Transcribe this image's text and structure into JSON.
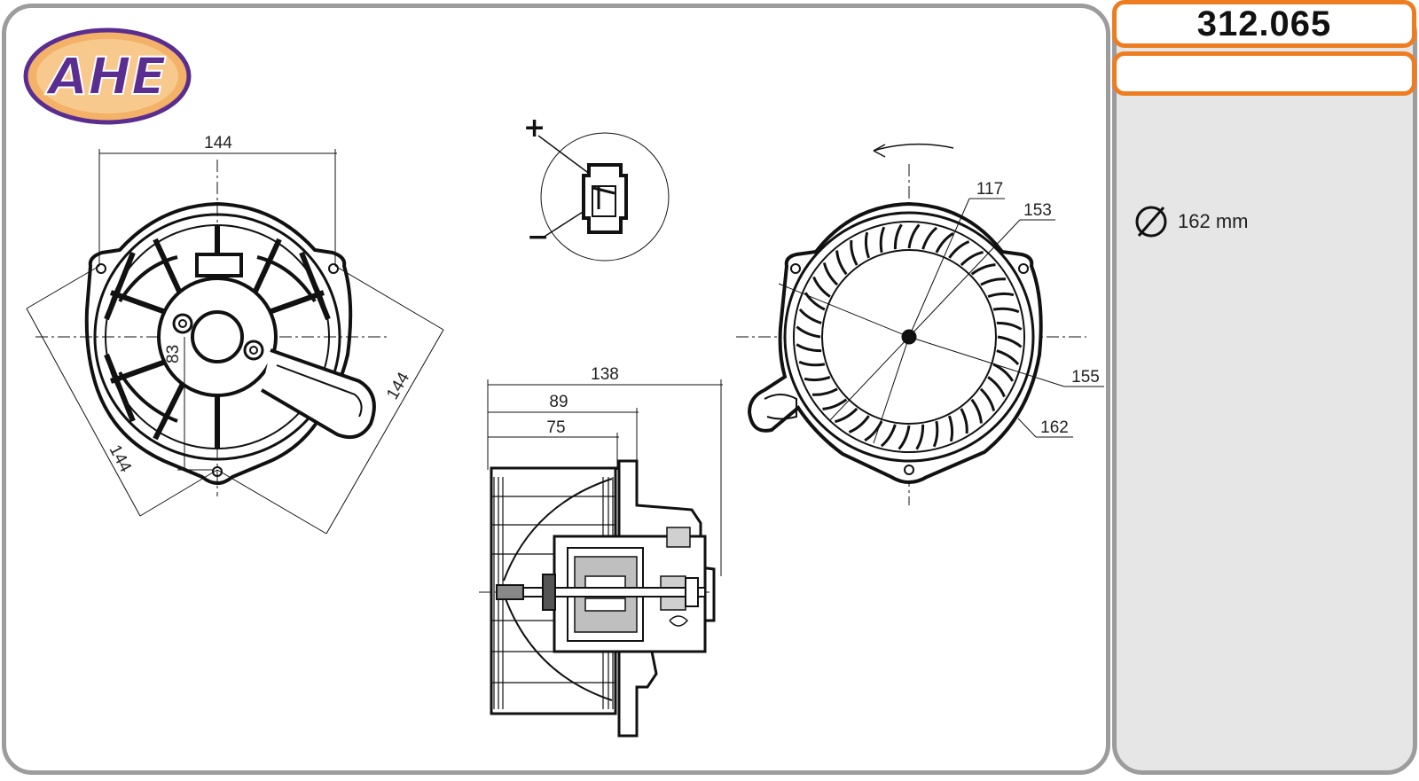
{
  "logo": {
    "text": "AHE",
    "fill": "#5a2d91",
    "ring": "#f0a64a"
  },
  "part_number": "312.065",
  "spec": {
    "icon": "diameter-icon",
    "value": "162 mm"
  },
  "connector": {
    "plus": "+",
    "minus": "−"
  },
  "front_view": {
    "width": "144",
    "side_a": "144",
    "side_b": "144",
    "hub": "83"
  },
  "side_view": {
    "overall": "138",
    "mid": "89",
    "wheel": "75"
  },
  "rear_view": {
    "d1": "117",
    "d2": "153",
    "d3": "155",
    "d4": "162"
  },
  "colors": {
    "accent": "#ee7d21",
    "frame": "#9c9c9c",
    "panel": "#e6e6e6"
  }
}
